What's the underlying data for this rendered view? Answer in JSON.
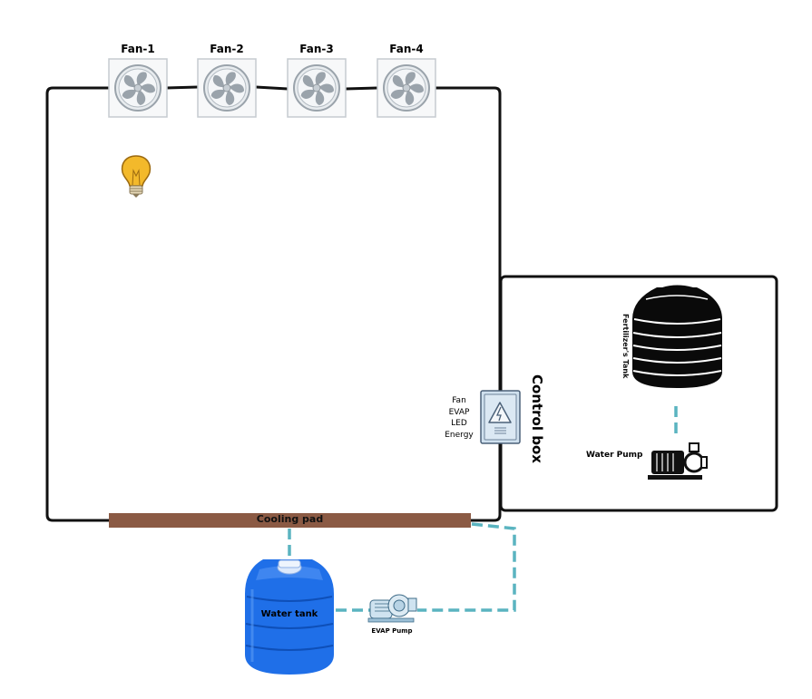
{
  "fans": [
    {
      "label": "Fan-1"
    },
    {
      "label": "Fan-2"
    },
    {
      "label": "Fan-3"
    },
    {
      "label": "Fan-4"
    }
  ],
  "control_box": {
    "title": "Control box",
    "signals": [
      "Fan",
      "EVAP",
      "LED",
      "Energy"
    ]
  },
  "cooling_pad": {
    "label": "Cooling pad"
  },
  "water_tank": {
    "label": "Water tank"
  },
  "evap_pump": {
    "label": "EVAP Pump"
  },
  "fertilizer_tank": {
    "label": "Fertilizer's Tank"
  },
  "water_pump": {
    "label": "Water Pump"
  },
  "colors": {
    "outline": "#111111",
    "cooling_pad": "#8b5a44",
    "pipe": "#5ab4c0",
    "water_tank": "#1f6fe8",
    "fertilizer_tank": "#0a0a0a",
    "bulb": "#f3b92b",
    "control_box": "#cfe0ee"
  },
  "icons": [
    "fan-icon",
    "light-bulb-icon",
    "electric-panel-icon",
    "water-tank-icon",
    "pump-icon",
    "fertilizer-tank-icon"
  ]
}
